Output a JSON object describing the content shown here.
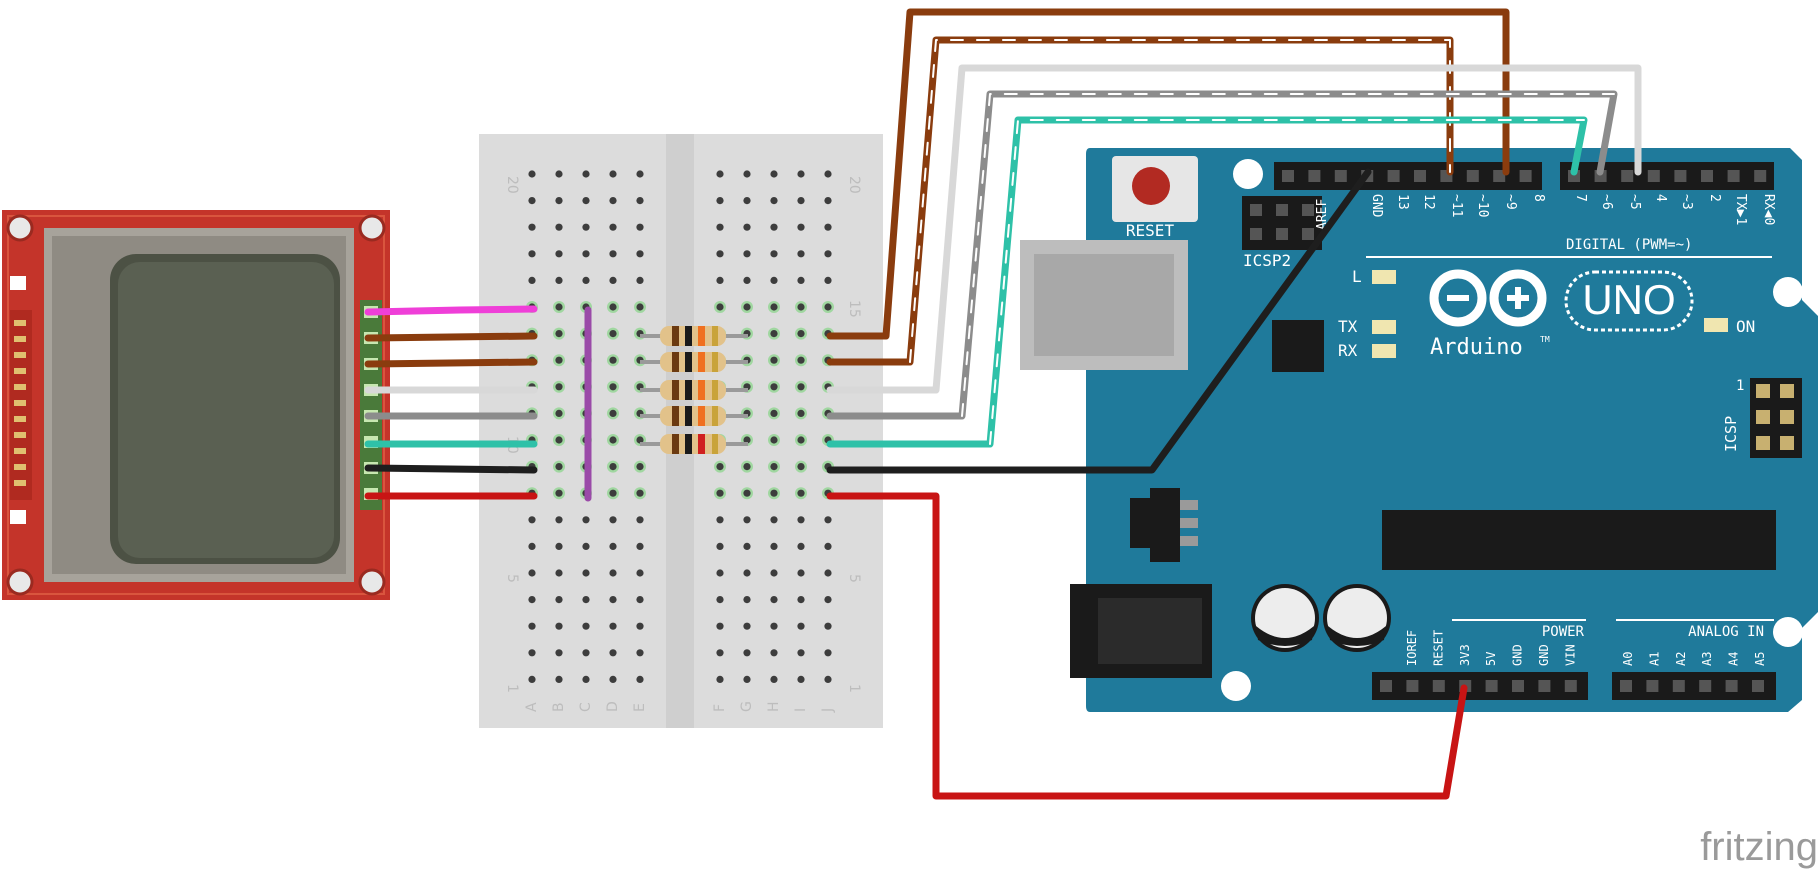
{
  "breadboard": {
    "rows_top": "20",
    "rows_mid": "15",
    "rows_10": "10",
    "rows_5": "5",
    "rows_1": "1",
    "cols_left": [
      "A",
      "B",
      "C",
      "D",
      "E"
    ],
    "cols_right": [
      "F",
      "G",
      "H",
      "I",
      "J"
    ]
  },
  "arduino": {
    "reset_label": "RESET",
    "icsp2_label": "ICSP2",
    "icsp_label": "ICSP",
    "icsp_pin1": "1",
    "aref_label": "AREF",
    "digital_pins": [
      "GND",
      "13",
      "12",
      "~11",
      "~10",
      "~9",
      "8",
      "7",
      "~6",
      "~5",
      "4",
      "~3",
      "2",
      "TX▶1",
      "RX◀0"
    ],
    "digital_label": "DIGITAL (PWM=~)",
    "led_l": "L",
    "led_tx": "TX",
    "led_rx": "RX",
    "led_on": "ON",
    "logo_text": "UNO",
    "brand_text": "Arduino",
    "tm": "TM",
    "power_label": "POWER",
    "power_pins": [
      "IOREF",
      "RESET",
      "3V3",
      "5V",
      "GND",
      "GND",
      "VIN"
    ],
    "analog_label": "ANALOG IN",
    "analog_pins": [
      "A0",
      "A1",
      "A2",
      "A3",
      "A4",
      "A5"
    ]
  },
  "watermark": "fritzing",
  "colors": {
    "board_teal": "#1f7a9b",
    "lcd_red": "#c4342a",
    "wire_brown": "#8a3c0e",
    "wire_gray": "#8c8c8c",
    "wire_white": "#d8d8d8",
    "wire_cyan": "#2ec1a8",
    "wire_black": "#1e1e1e",
    "wire_red": "#c81414",
    "wire_pink": "#ef3fd8",
    "wire_purple": "#9a4aa8"
  }
}
